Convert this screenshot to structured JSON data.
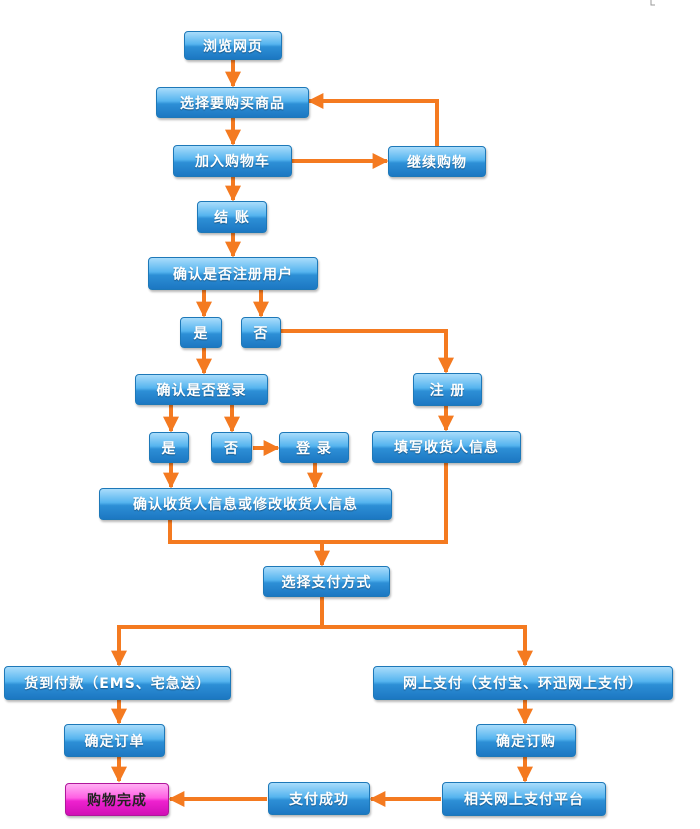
{
  "colors": {
    "arrow": "#f47a20",
    "node": "#2d8fd6",
    "final_node": "#ff5fe4"
  },
  "nodes": {
    "browse": "浏览网页",
    "select_goods": "选择要购买商品",
    "add_cart": "加入购物车",
    "continue_shopping": "继续购物",
    "checkout": "结 账",
    "confirm_registered": "确认是否注册用户",
    "yes_registered": "是",
    "no_registered": "否",
    "confirm_login": "确认是否登录",
    "register": "注 册",
    "yes_login": "是",
    "no_login": "否",
    "login": "登 录",
    "fill_receiver": "填写收货人信息",
    "confirm_receiver": "确认收货人信息或修改收货人信息",
    "select_payment": "选择支付方式",
    "cod": "货到付款（EMS、宅急送）",
    "online_pay": "网上支付（支付宝、环迅网上支付）",
    "confirm_order": "确定订单",
    "confirm_purchase": "确定订购",
    "payment_platform": "相关网上支付平台",
    "pay_success": "支付成功",
    "purchase_complete": "购物完成"
  }
}
